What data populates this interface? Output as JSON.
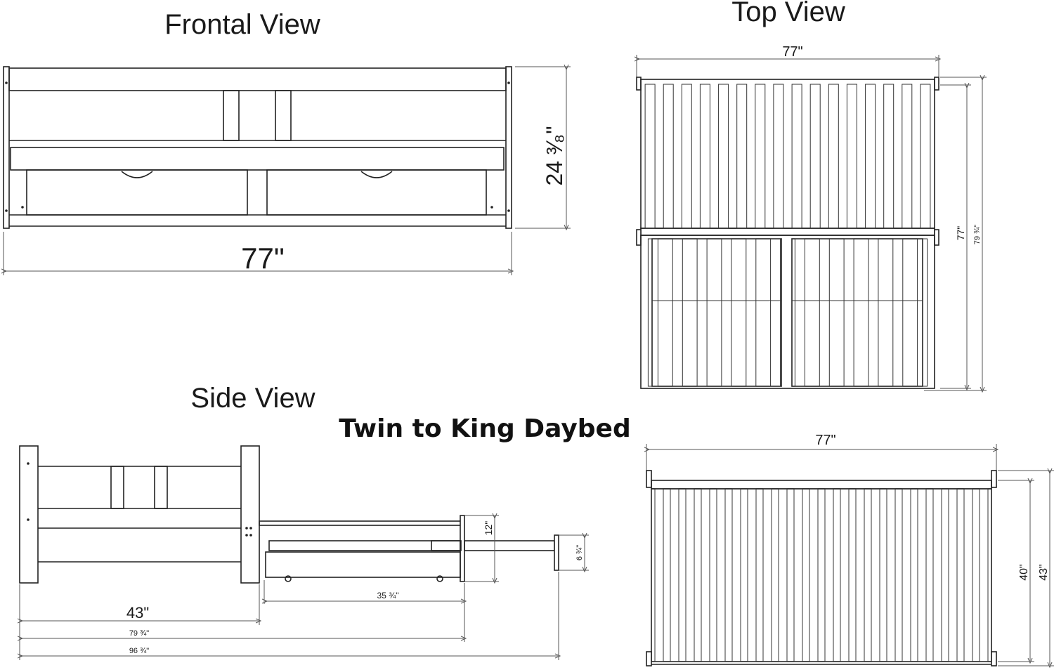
{
  "title": "Twin to King Daybed",
  "views": {
    "frontal": {
      "heading": "Frontal View",
      "width": "77\"",
      "height": "24 ³⁄₈\""
    },
    "top": {
      "heading": "Top View",
      "width": "77\"",
      "depth_closed": "77\"",
      "depth_open": "79 ¾\""
    },
    "side": {
      "heading": "Side View",
      "depth": "43\"",
      "drawer_depth": "35 ¾\"",
      "open_depth": "79 ¾\"",
      "full_depth": "96 ¾\"",
      "trundle_height": "12\"",
      "drawer_height": "6 ¾\""
    },
    "bottom_right": {
      "width": "77\"",
      "inner_depth": "40\"",
      "outer_depth": "43\""
    }
  }
}
